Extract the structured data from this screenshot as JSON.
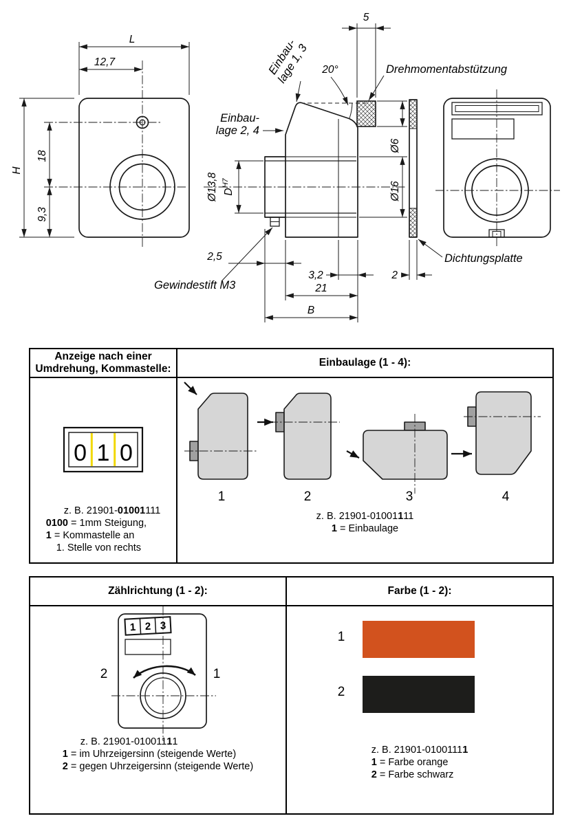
{
  "drawing": {
    "front": {
      "dim_l": "L",
      "dim_127": "12,7",
      "dim_h": "H",
      "dim_18": "18",
      "dim_93": "9,3"
    },
    "side": {
      "dim_5": "5",
      "angle_20": "20°",
      "einbaulage13_line1": "Einbau-",
      "einbaulage13_line2": "lage 1, 3",
      "einbaulage24_line1": "Einbau-",
      "einbaulage24_line2": "lage 2, 4",
      "drehmoment": "Drehmomentabstützung",
      "dim_d6": "Ø6",
      "dim_d138": "Ø13,8",
      "dim_D": "D",
      "dim_H7": "H7",
      "dim_d16": "Ø16",
      "dim_25": "2,5",
      "dim_32": "3,2",
      "dim_2": "2",
      "dim_21": "21",
      "dim_b": "B",
      "gewindestift": "Gewindestift M3",
      "dichtungsplatte": "Dichtungsplatte"
    }
  },
  "table1": {
    "header_left_line1": "Anzeige nach einer",
    "header_left_line2": "Umdrehung, Kommastelle:",
    "header_right": "Einbaulage (1 - 4):",
    "counter_digits": [
      "0",
      "1",
      "0"
    ],
    "counter_accent": "#f2d800",
    "shape_fill": "#d6d6d6",
    "tab_fill": "#a0a0a0",
    "position_labels": [
      "1",
      "2",
      "3",
      "4"
    ],
    "example_left": {
      "prefix": "z. B. 21901-",
      "bold": "01001",
      "suffix": "111"
    },
    "legend_left": [
      {
        "bold": "0100",
        "rest": " = 1mm Steigung,"
      },
      {
        "bold": "1",
        "rest": " = Kommastelle an"
      },
      {
        "bold": "",
        "rest": "1. Stelle von rechts"
      }
    ],
    "example_right": {
      "prefix": "z. B. 21901-01001",
      "bold": "1",
      "suffix": "11"
    },
    "legend_right": [
      {
        "bold": "1",
        "rest": " = Einbaulage"
      }
    ]
  },
  "table2": {
    "header_left": "Zählrichtung (1 - 2):",
    "header_right": "Farbe (1 - 2):",
    "counter_digits": [
      "1",
      "2",
      "3"
    ],
    "direction_left_label": "2",
    "direction_right_label": "1",
    "example_left": {
      "prefix": "z. B. 21901-010011",
      "bold": "1",
      "suffix": "1"
    },
    "legend_left": [
      {
        "bold": "1",
        "rest": " = im Uhrzeigersinn (steigende Werte)"
      },
      {
        "bold": "2",
        "rest": " = gegen Uhrzeigersinn (steigende Werte)"
      }
    ],
    "swatches": [
      {
        "label": "1",
        "color": "#d2521e",
        "name": "orange"
      },
      {
        "label": "2",
        "color": "#1d1d1b",
        "name": "schwarz"
      }
    ],
    "example_right": {
      "prefix": "z. B. 21901-0100111",
      "bold": "1",
      "suffix": ""
    },
    "legend_right": [
      {
        "bold": "1",
        "rest": " = Farbe orange"
      },
      {
        "bold": "2",
        "rest": " = Farbe schwarz"
      }
    ]
  }
}
